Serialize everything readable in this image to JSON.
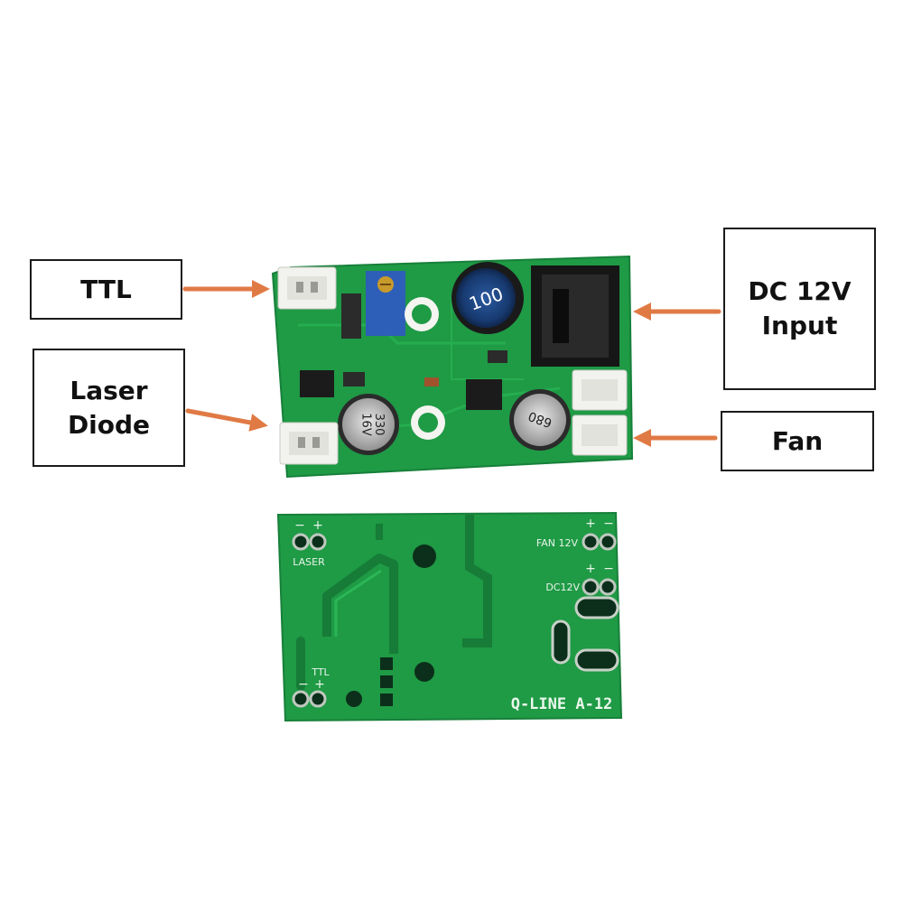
{
  "callouts": {
    "ttl": "TTL",
    "laser_diode": "Laser\nDiode",
    "dc_input": "DC 12V\nInput",
    "fan": "Fan"
  },
  "board_back": {
    "laser_label": "LASER",
    "laser_minus": "−",
    "laser_plus": "+",
    "fan_label": "FAN 12V",
    "fan_plus": "+",
    "fan_minus": "−",
    "dc_label": "DC12V",
    "dc_plus": "+",
    "dc_minus": "−",
    "ttl_label": "TTL",
    "ttl_minus": "−",
    "ttl_plus": "+",
    "model": "Q-LINE A-12"
  },
  "board_front": {
    "inductor_marking": "100",
    "cap_left_marking": "330\n16V",
    "cap_right_marking": "680"
  },
  "colors": {
    "pcb_green": "#1f9a45",
    "arrow_orange": "#e07a45",
    "callout_border": "#1a1a1a"
  }
}
